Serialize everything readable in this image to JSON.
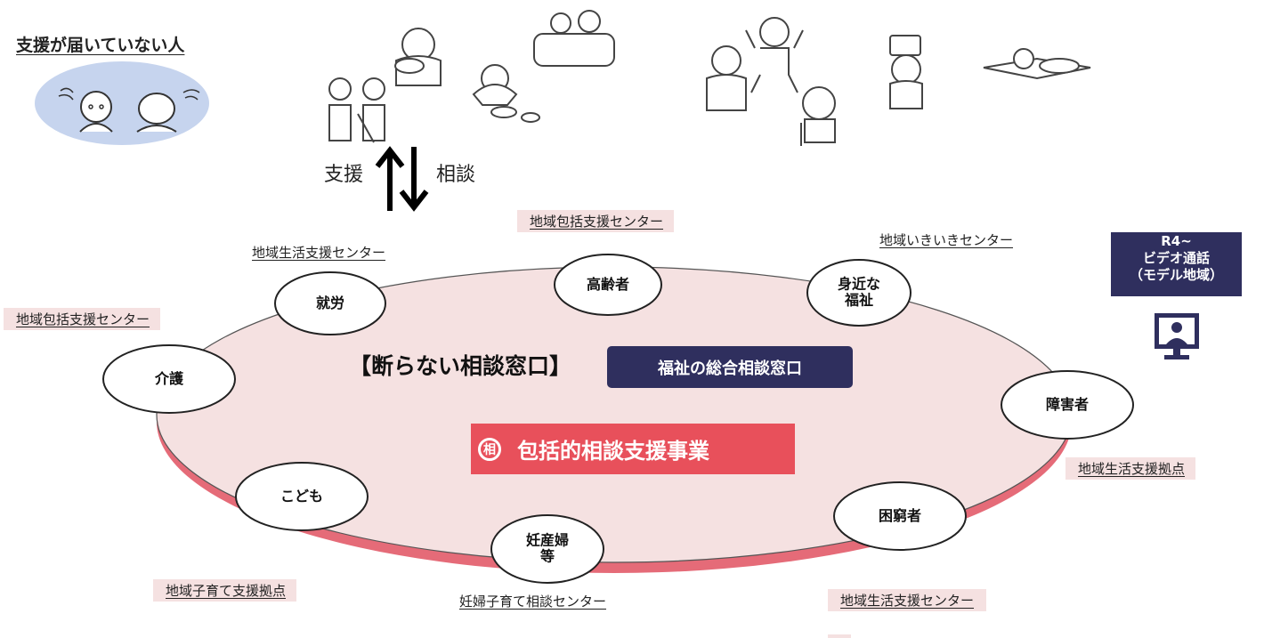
{
  "unreached": {
    "title": "支援が届いていない人"
  },
  "arrows": {
    "up_label": "支援",
    "down_label": "相談"
  },
  "window": {
    "title": "【断らない相談窓口】",
    "box": "福祉の総合相談窓口"
  },
  "project": {
    "icon_label": "相",
    "label": "包括的相談支援事業"
  },
  "video": {
    "lines": [
      "R4~",
      "ビデオ通話",
      "（モデル地域）"
    ]
  },
  "nodes": {
    "elderly": "高齢者",
    "employment": "就労",
    "nearby_welfare": [
      "身近な",
      "福祉"
    ],
    "care": "介護",
    "disabled": "障害者",
    "children": "こども",
    "needy": "困窮者",
    "pregnant": [
      "妊産婦",
      "等"
    ]
  },
  "places": {
    "top_center": "地域包括支援センター",
    "top_left": "地域生活支援センター",
    "top_right": "地域いきいきセンター",
    "left": "地域包括支援センター",
    "right": "地域生活支援拠点",
    "bottom_left": "地域子育て支援拠点",
    "bottom_right": "地域生活支援センター",
    "bottom_center": "妊婦子育て相談センター"
  },
  "colors": {
    "disc_top": "#f5e1e1",
    "disc_side": "#e56b78",
    "navy": "#2f2f5e",
    "project_red": "#e8505b",
    "people_oval": "#c6d4ee"
  }
}
